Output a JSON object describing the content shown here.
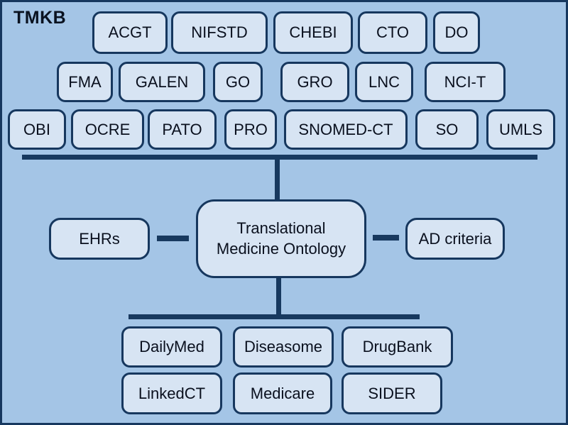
{
  "title": "TMKB",
  "ontology": {
    "row1": [
      "ACGT",
      "NIFSTD",
      "CHEBI",
      "CTO",
      "DO"
    ],
    "row2": [
      "FMA",
      "GALEN",
      "GO",
      "GRO",
      "LNC",
      "NCI-T"
    ],
    "row3": [
      "OBI",
      "OCRE",
      "PATO",
      "PRO",
      "SNOMED-CT",
      "SO",
      "UMLS"
    ]
  },
  "center": {
    "label": "Translational Medicine Ontology",
    "line1": "Translational",
    "line2": "Medicine Ontology"
  },
  "side_nodes": {
    "left": "EHRs",
    "right": "AD criteria"
  },
  "data_sources": {
    "row1": [
      "DailyMed",
      "Diseasome",
      "DrugBank"
    ],
    "row2": [
      "LinkedCT",
      "Medicare",
      "SIDER"
    ]
  },
  "colors": {
    "background": "#a4c5e6",
    "node_fill": "#d7e4f3",
    "border": "#16375e",
    "line": "#17395f",
    "node_text": "#0a101e",
    "title_text": "#0a1220"
  }
}
